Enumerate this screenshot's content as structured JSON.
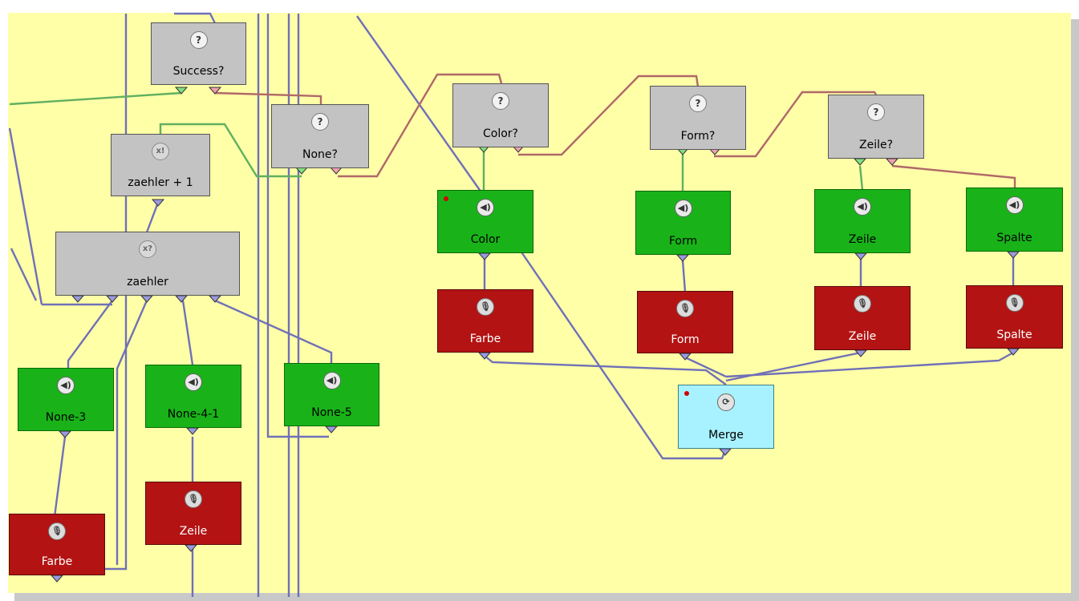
{
  "nodes": {
    "success": {
      "label": "Success?",
      "icon": "question-icon"
    },
    "none": {
      "label": "None?",
      "icon": "question-icon"
    },
    "color_q": {
      "label": "Color?",
      "icon": "question-icon"
    },
    "form_q": {
      "label": "Form?",
      "icon": "question-icon"
    },
    "zeile_q": {
      "label": "Zeile?",
      "icon": "question-icon"
    },
    "zaehler_inc": {
      "label": "zaehler + 1",
      "icon": "assign-icon",
      "icon_text": "x!"
    },
    "zaehler": {
      "label": "zaehler",
      "icon": "variable-icon",
      "icon_text": "x?"
    },
    "color": {
      "label": "Color",
      "icon": "speaker-icon"
    },
    "form": {
      "label": "Form",
      "icon": "speaker-icon"
    },
    "zeile_say": {
      "label": "Zeile",
      "icon": "speaker-icon"
    },
    "spalte_say": {
      "label": "Spalte",
      "icon": "speaker-icon"
    },
    "farbe_listen": {
      "label": "Farbe",
      "icon": "microphone-icon"
    },
    "form_listen": {
      "label": "Form",
      "icon": "microphone-icon"
    },
    "zeile_listen": {
      "label": "Zeile",
      "icon": "microphone-icon"
    },
    "spalte_listen": {
      "label": "Spalte",
      "icon": "microphone-icon"
    },
    "merge": {
      "label": "Merge",
      "icon": "merge-icon"
    },
    "none3": {
      "label": "None-3",
      "icon": "speaker-icon"
    },
    "none41": {
      "label": "None-4-1",
      "icon": "speaker-icon"
    },
    "none5": {
      "label": "None-5",
      "icon": "speaker-icon"
    },
    "farbe_left": {
      "label": "Farbe",
      "icon": "microphone-icon"
    },
    "zeile_left": {
      "label": "Zeile",
      "icon": "microphone-icon"
    }
  },
  "icons": {
    "question": "?",
    "speaker": "◀)",
    "microphone": "🎙",
    "merge": "⟳"
  },
  "colors": {
    "canvas": "#ffffa8",
    "decision_node": "#c3c3c3",
    "say_node": "#19b319",
    "listen_node": "#b31313",
    "merge_node": "#a8f2ff",
    "wire_default": "#7070b8",
    "wire_true": "#60b060",
    "wire_false": "#b06868",
    "breakpoint": "#d00000"
  }
}
